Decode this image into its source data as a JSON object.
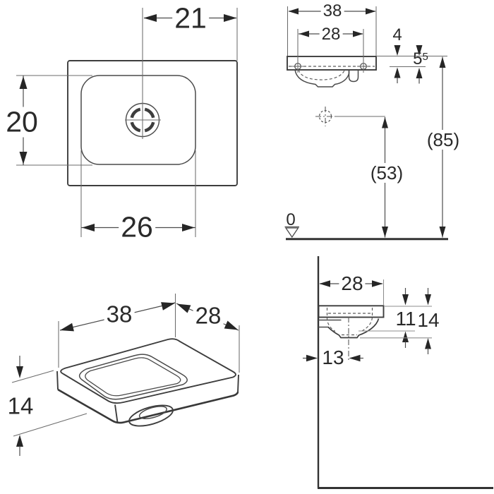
{
  "drawing": {
    "type": "technical-drawing",
    "subject": "wall-hung handrinse washbasin",
    "units": "cm",
    "line_color": "#3d3d3d",
    "text_color": "#2a2a2a",
    "views": {
      "top": {
        "label": "top view",
        "dim_center_to_edge": "21",
        "dim_bowl_depth": "20",
        "dim_bowl_width": "26"
      },
      "front": {
        "label": "front elevation",
        "dim_overall_width": "38",
        "dim_fixing_hole_spacing": "28",
        "dim_rim_thickness": "4",
        "dim_edge_value": "5",
        "dim_edge_superscript": "5",
        "dim_height_above_floor": "(85)",
        "dim_trap_height": "(53)",
        "datum_floor": "0"
      },
      "perspective": {
        "label": "perspective view",
        "dim_width": "38",
        "dim_depth": "28",
        "dim_height": "14"
      },
      "side": {
        "label": "side section",
        "dim_depth": "28",
        "dim_bowl_inner_depth": "11",
        "dim_overall_depth": "14",
        "dim_drain_offset_from_wall": "13"
      }
    }
  }
}
